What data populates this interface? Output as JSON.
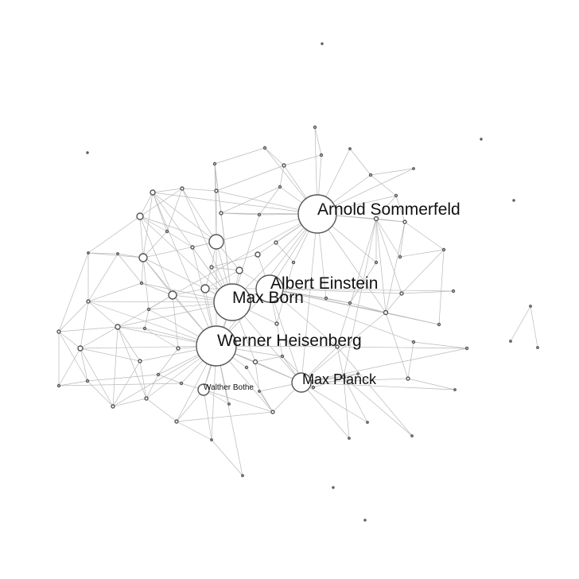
{
  "graph": {
    "labels": {
      "arnold_sommerfeld": "Arnold Sommerfeld",
      "albert_einstein": "Albert Einstein",
      "max_born": "Max Born",
      "werner_heisenberg": "Werner Heisenberg",
      "max_planck": "Max Planck",
      "walther_bothe": "Walther Bothe"
    }
  },
  "colors": {
    "edge": "#b9b9b9",
    "node_stroke": "#555555",
    "node_fill": "#ffffff",
    "label": "#111111"
  }
}
